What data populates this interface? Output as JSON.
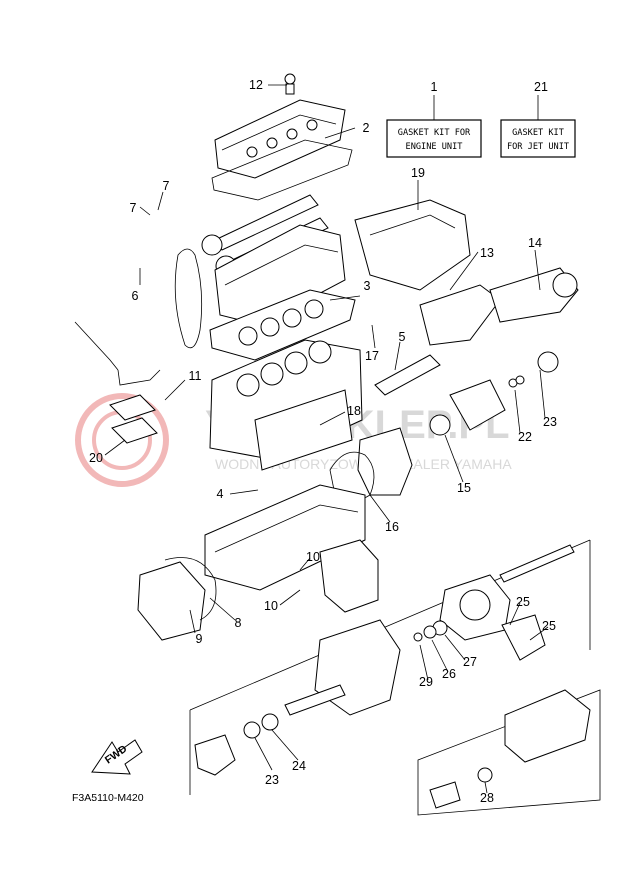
{
  "gasket_kits": [
    {
      "number": "1",
      "lines": [
        "GASKET KIT FOR",
        "ENGINE UNIT"
      ]
    },
    {
      "number": "21",
      "lines": [
        "GASKET KIT",
        "FOR JET UNIT"
      ]
    }
  ],
  "callouts": {
    "c12": "12",
    "c2": "2",
    "c19": "19",
    "c7a": "7",
    "c7b": "7",
    "c6": "6",
    "c14": "14",
    "c13": "13",
    "c3": "3",
    "c5": "5",
    "c17": "17",
    "c11": "11",
    "c18": "18",
    "c23a": "23",
    "c22": "22",
    "c20": "20",
    "c15": "15",
    "c4": "4",
    "c16": "16",
    "c10a": "10",
    "c10b": "10",
    "c9": "9",
    "c8": "8",
    "c25a": "25",
    "c25b": "25",
    "c27": "27",
    "c26": "26",
    "c29": "29",
    "c23b": "23",
    "c24": "24",
    "c28": "28"
  },
  "watermark": {
    "main": "YAMASKLEP.PL",
    "sub": "WODNY AUTORYZOWANY DEALER YAMAHA"
  },
  "fwd_label": "FWD",
  "diagram_code": "F3A5110-M420",
  "colors": {
    "line": "#000000",
    "watermark": "#d8d8d8",
    "watermark_logo": "#f2b8b8"
  }
}
